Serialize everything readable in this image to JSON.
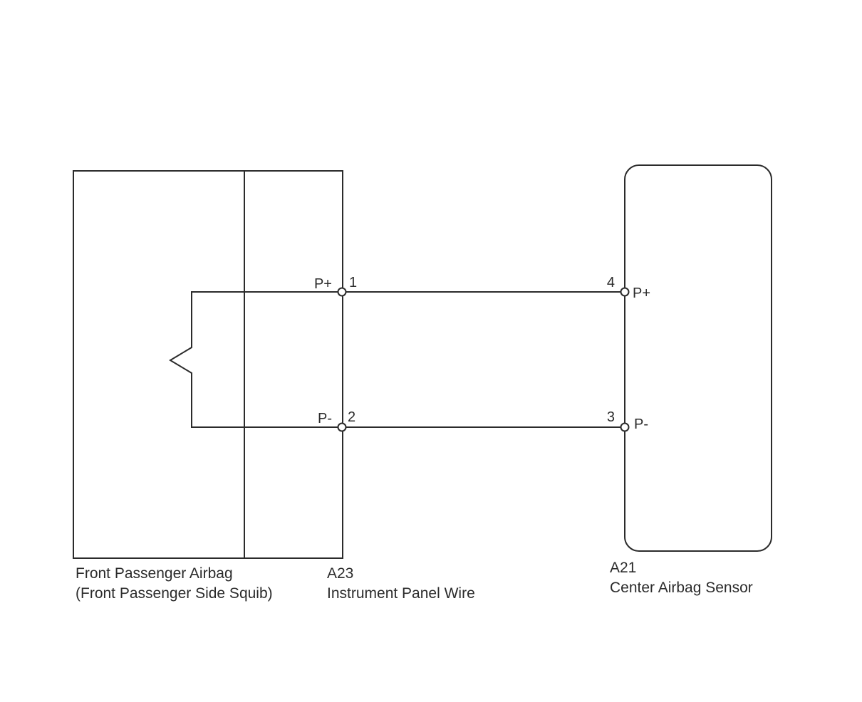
{
  "components": {
    "airbag": {
      "name_line1": "Front Passenger Airbag",
      "name_line2": "(Front Passenger Side Squib)"
    },
    "connector": {
      "code": "A23",
      "name": "Instrument Panel Wire"
    },
    "sensor": {
      "code": "A21",
      "name": "Center Airbag Sensor"
    }
  },
  "terminals": {
    "left_plus": {
      "signal": "P+",
      "pin": "1"
    },
    "left_minus": {
      "signal": "P-",
      "pin": "2"
    },
    "right_plus": {
      "signal": "P+",
      "pin": "4"
    },
    "right_minus": {
      "signal": "P-",
      "pin": "3"
    }
  },
  "colors": {
    "line": "#2b2b2b",
    "background": "#ffffff"
  }
}
